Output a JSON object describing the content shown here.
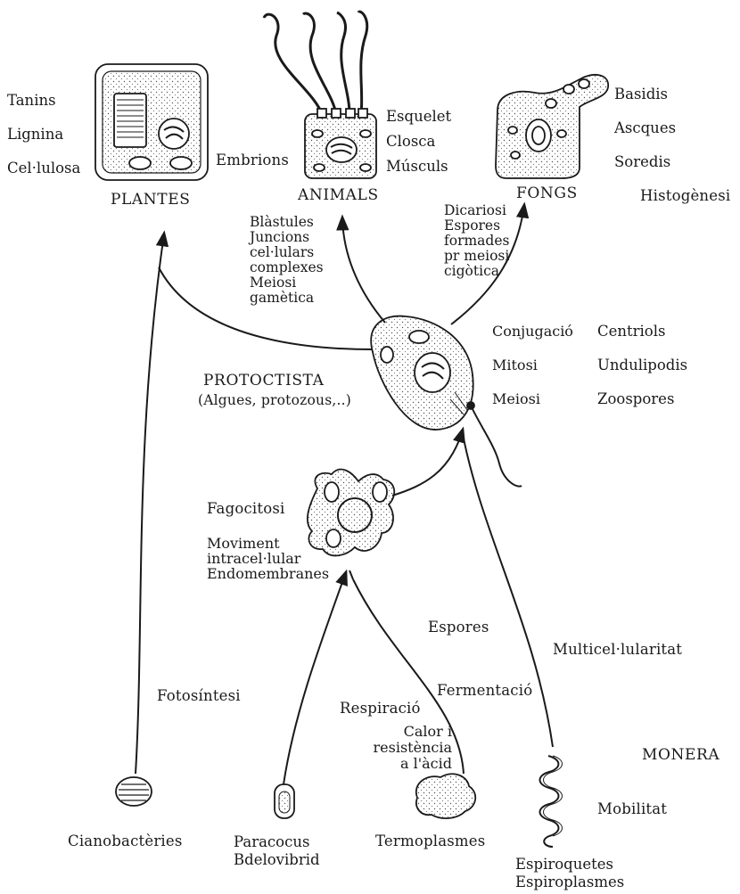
{
  "kingdoms": {
    "plantes": "PLANTES",
    "animals": "ANIMALS",
    "fongs": "FONGS",
    "protoctista": "PROTOCTISTA",
    "protoctista_note": "(Algues, protozous,..)",
    "monera": "MONERA"
  },
  "plant_traits": [
    "Tanins",
    "Lignina",
    "Cel·lulosa"
  ],
  "animal_traits": [
    "Esquelet",
    "Closca",
    "Músculs"
  ],
  "fungi_traits": [
    "Basidis",
    "Ascques",
    "Soredis"
  ],
  "histogenesi": "Histogènesi",
  "embrions": "Embrions",
  "animal_branch": [
    "Blàstules",
    "Juncions",
    "cel·lulars",
    "complexes",
    "Meiosi",
    "gamètica"
  ],
  "fungi_branch": [
    "Dicariosi",
    "Espores",
    "formades",
    "pr meiosi",
    "cigòtica"
  ],
  "protist_features": [
    "Conjugació",
    "Mitosi",
    "Meiosi"
  ],
  "protist_features_right": [
    "Centriols",
    "Undulipodis",
    "Zoospores"
  ],
  "amoeba_features": {
    "fagocitosi": "Fagocitosi",
    "moviment": [
      "Moviment",
      "intracel·lular",
      "Endomembranes"
    ]
  },
  "branch_labels": {
    "espores": "Espores",
    "multicel": "Multicel·lularitat",
    "fotosintesi": "Fotosíntesi",
    "respiracio": "Respiració",
    "fermentacio": "Fermentació",
    "calor": [
      "Calor i",
      "resistència",
      "a l'àcid"
    ],
    "mobilitat": "Mobilitat"
  },
  "organisms": {
    "cianobacteries": "Cianobactèries",
    "paracocus": [
      "Paracocus",
      "Bdelovibrid"
    ],
    "termoplasmes": "Termoplasmes",
    "espiroquetes": [
      "Espiroquetes",
      "Espiroplasmes"
    ]
  }
}
